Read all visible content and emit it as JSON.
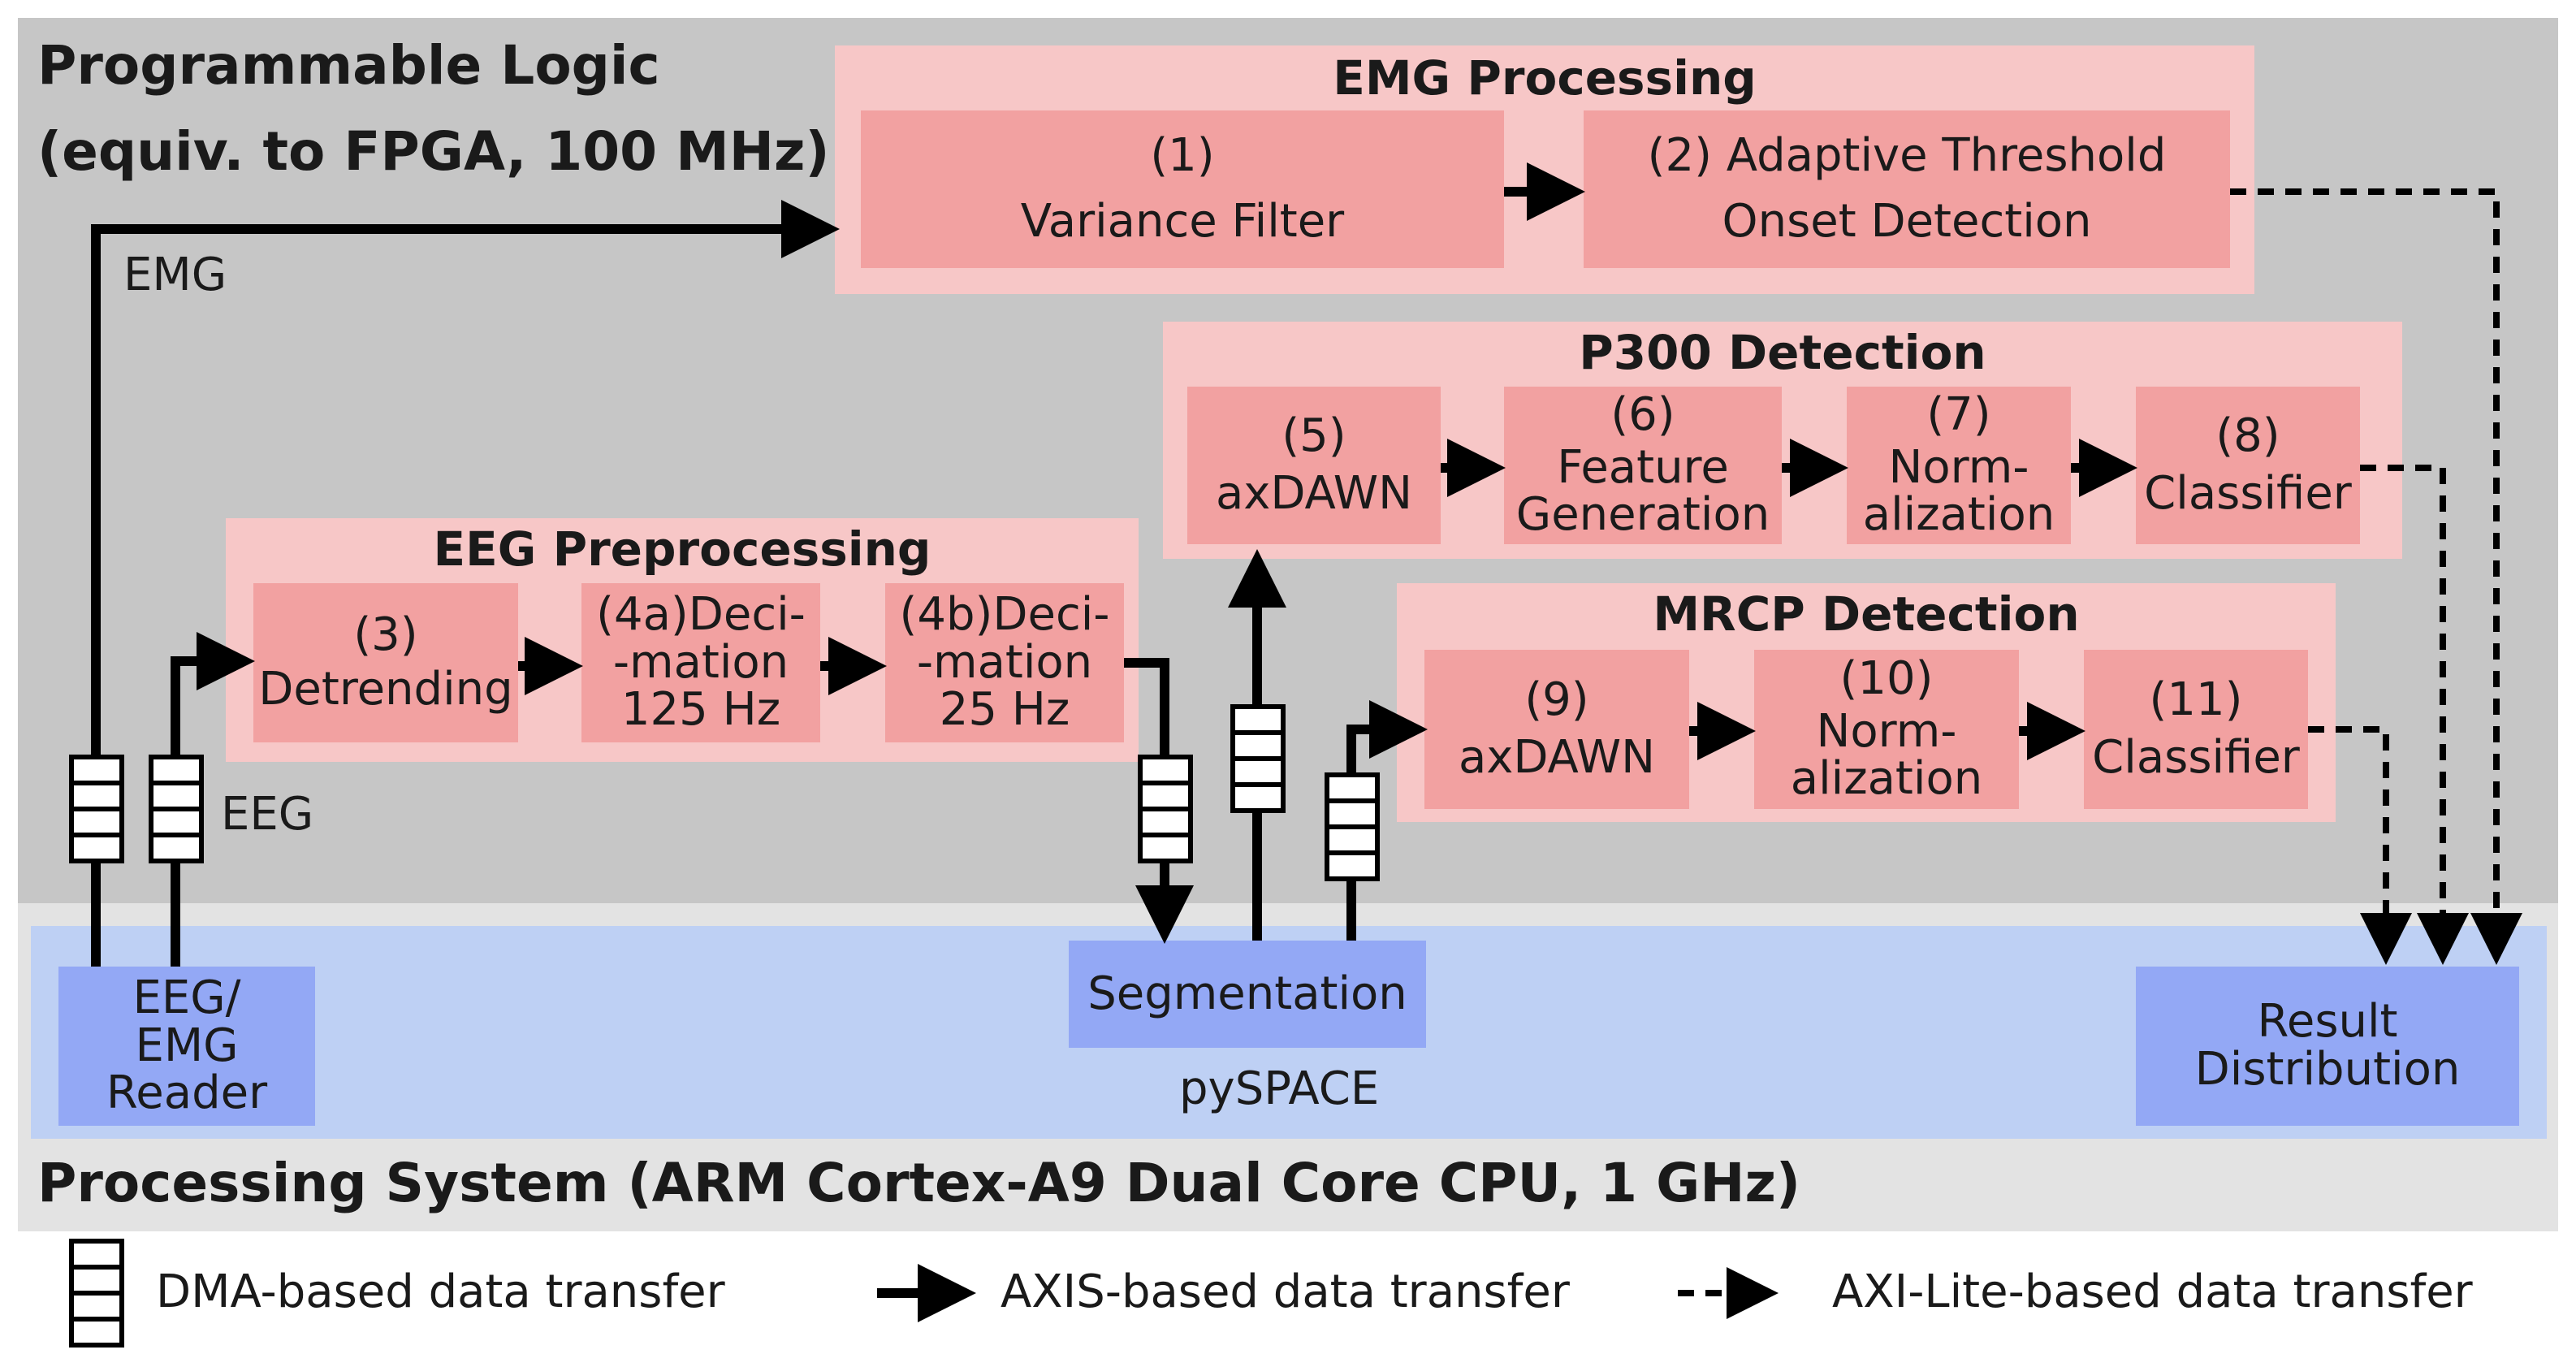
{
  "regions": {
    "programmable_logic": {
      "line1": "Programmable Logic",
      "line2": "(equiv. to FPGA, 100 MHz)"
    },
    "processing_system": {
      "title": "Processing System (ARM Cortex-A9 Dual Core CPU, 1 GHz)",
      "pyspace_label": "pySPACE"
    }
  },
  "groups": {
    "emg": {
      "title": "EMG Processing",
      "blocks": [
        {
          "num": "(1)",
          "label": "Variance Filter"
        },
        {
          "num": "(2) Adaptive Threshold",
          "label": "Onset Detection"
        }
      ]
    },
    "p300": {
      "title": "P300 Detection",
      "blocks": [
        {
          "num": "(5)",
          "label": "axDAWN"
        },
        {
          "num": "(6)",
          "label": "Feature\nGeneration"
        },
        {
          "num": "(7)",
          "label": "Norm-\nalization"
        },
        {
          "num": "(8)",
          "label": "Classifier"
        }
      ]
    },
    "eeg": {
      "title": "EEG Preprocessing",
      "blocks": [
        {
          "num": "(3)",
          "label": "Detrending"
        },
        {
          "num": "(4a)Deci-",
          "label": "-mation\n125 Hz"
        },
        {
          "num": "(4b)Deci-",
          "label": "-mation\n25 Hz"
        }
      ]
    },
    "mrcp": {
      "title": "MRCP Detection",
      "blocks": [
        {
          "num": "(9)",
          "label": "axDAWN"
        },
        {
          "num": "(10)",
          "label": "Norm-\nalization"
        },
        {
          "num": "(11)",
          "label": "Classifier"
        }
      ]
    }
  },
  "ps_blocks": {
    "reader": "EEG/\nEMG\nReader",
    "segmentation": "Segmentation",
    "result": "Result\nDistribution"
  },
  "signal_labels": {
    "emg": "EMG",
    "eeg": "EEG"
  },
  "legend": {
    "dma": "DMA-based data transfer",
    "axis": "AXIS-based data transfer",
    "axilite": "AXI-Lite-based data transfer"
  },
  "colors": {
    "pl_background": "#c6c6c6",
    "ps_background": "#e3e3e3",
    "ps_inner": "#bed0f4",
    "group_fill": "#f7c7c7",
    "block_fill": "#f2a1a1",
    "ps_block_fill": "#93a8f5",
    "arrow": "#000000"
  }
}
